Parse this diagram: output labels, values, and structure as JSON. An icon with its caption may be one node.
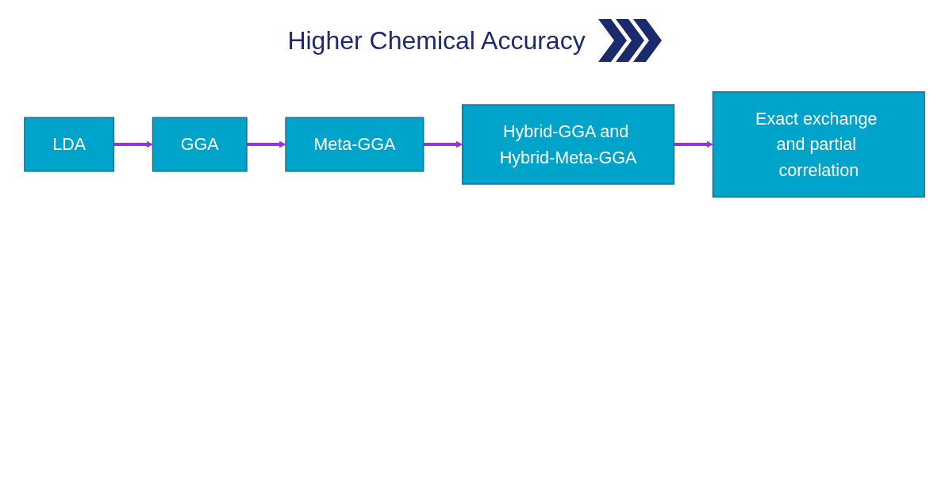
{
  "diagram": {
    "title": "Higher Chemical Accuracy",
    "nodes": [
      {
        "text": [
          "LDA"
        ]
      },
      {
        "text": [
          "GGA"
        ]
      },
      {
        "text": [
          "Meta-GGA"
        ]
      },
      {
        "text": [
          "Hybrid-GGA and Hybrid-Meta-GGA"
        ]
      },
      {
        "text": [
          "Exact exchange and partial correlation"
        ]
      }
    ],
    "edges": [
      {
        "from": 0,
        "to": 1,
        "arrow": "to"
      },
      {
        "from": 1,
        "to": 2,
        "arrow": "to"
      },
      {
        "from": 2,
        "to": 3,
        "arrow": "to"
      },
      {
        "from": 3,
        "to": 4,
        "arrow": "to"
      }
    ]
  }
}
